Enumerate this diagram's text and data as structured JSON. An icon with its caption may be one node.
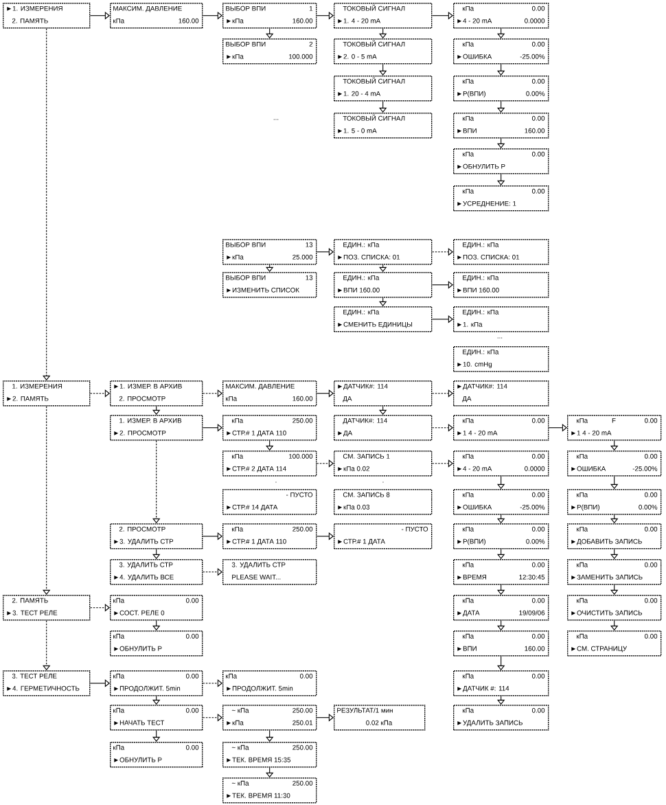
{
  "diagram": {
    "nodes": [
      {
        "text": [
          "►1. ИЗМЕРЕНИЯ",
          "2. ПАМЯТЬ"
        ]
      },
      {
        "text": [
          "МАКСИМ. ДАВЛЕНИЕ",
          "кПа",
          "160.00"
        ]
      },
      {
        "text": [
          "ВЫБОР ВПИ",
          "1",
          "►кПа",
          "160.00"
        ]
      },
      {
        "text": [
          "ТОКОВЫЙ СИГНАЛ",
          "►1. 4 - 20 mA"
        ]
      },
      {
        "text": [
          "кПа",
          "0.00",
          "►4 - 20 mA",
          "0.0000"
        ]
      },
      {
        "text": [
          "ВЫБОР ВПИ",
          "2",
          "►кПа",
          "100.000"
        ]
      },
      {
        "text": [
          "ТОКОВЫЙ СИГНАЛ",
          "►2. 0 - 5 mA"
        ]
      },
      {
        "text": [
          "кПа",
          "0.00",
          "►ОШИБКА",
          "-25.00%"
        ]
      },
      {
        "text": [
          "ТОКОВЫЙ СИГНАЛ",
          "►1. 20 - 4 mA"
        ]
      },
      {
        "text": [
          "кПа",
          "0.00",
          "►P(ВПИ)",
          "0.00%"
        ]
      },
      {
        "text": [
          "ТОКОВЫЙ СИГНАЛ",
          "►1. 5 - 0 mA"
        ]
      },
      {
        "text": [
          "кПа",
          "0.00",
          "►ВПИ",
          "160.00"
        ]
      },
      {
        "text": [
          "кПа",
          "0.00",
          "►ОБНУЛИТЬ P"
        ]
      },
      {
        "text": [
          "кПа",
          "0.00",
          "►УСРЕДНЕНИЕ: 1"
        ]
      },
      {
        "text": [
          "ВЫБОР ВПИ",
          "13",
          "►кПа",
          "25.000"
        ]
      },
      {
        "text": [
          "ЕДИН.: кПа",
          "►ПОЗ. СПИСКА: 01"
        ]
      },
      {
        "text": [
          "ЕДИН.: кПа",
          "►ПОЗ. СПИСКА: 01"
        ]
      },
      {
        "text": [
          "ВЫБОР ВПИ",
          "13",
          "►ИЗМЕНИТЬ СПИСОК"
        ]
      },
      {
        "text": [
          "ЕДИН.: кПа",
          "►ВПИ 160.00"
        ]
      },
      {
        "text": [
          "ЕДИН.: кПа",
          "►ВПИ 160.00"
        ]
      },
      {
        "text": [
          "ЕДИН.: кПа",
          "►СМЕНИТЬ ЕДИНИЦЫ"
        ]
      },
      {
        "text": [
          "ЕДИН.: кПа",
          "►1. кПа"
        ]
      },
      {
        "text": [
          "ЕДИН.: кПа",
          "►10. cmHg"
        ]
      },
      {
        "text": [
          "1. ИЗМЕРЕНИЯ",
          "►2. ПАМЯТЬ"
        ]
      },
      {
        "text": [
          "►1. ИЗМЕР. В АРХИВ",
          "2. ПРОСМОТР"
        ]
      },
      {
        "text": [
          "МАКСИМ. ДАВЛЕНИЕ",
          "кПа",
          "160.00"
        ]
      },
      {
        "text": [
          "►ДАТЧИК#: 114",
          "ДА"
        ]
      },
      {
        "text": [
          "►ДАТЧИК#: 114",
          "ДА"
        ]
      },
      {
        "text": [
          "1. ИЗМЕР. В АРХИВ",
          "►2. ПРОСМОТР"
        ]
      },
      {
        "text": [
          "кПа",
          "250.00",
          "►СТР.# 1 ДАТА 110"
        ]
      },
      {
        "text": [
          "ДАТЧИК#: 114",
          "►ДА"
        ]
      },
      {
        "text": [
          "кПа",
          "0.00",
          "►1 4 - 20 mA"
        ]
      },
      {
        "text": [
          "кПа",
          "F",
          "0.00",
          "►1 4 - 20 mA"
        ]
      },
      {
        "text": [
          "кПа",
          "100.000",
          "►СТР.# 2 ДАТА 114"
        ]
      },
      {
        "text": [
          "СМ. ЗАПИСЬ 1",
          "►кПа 0.02"
        ]
      },
      {
        "text": [
          "кПа",
          "0.00",
          "►4 - 20 mA",
          "0.0000"
        ]
      },
      {
        "text": [
          "кПа",
          "0.00",
          "►ОШИБКА",
          "-25.00%"
        ]
      },
      {
        "text": [
          "- ПУСТО",
          "►СТР.# 14 ДАТА"
        ]
      },
      {
        "text": [
          "СМ. ЗАПИСЬ 8",
          "►кПа 0.03"
        ]
      },
      {
        "text": [
          "кПа",
          "0.00",
          "►ОШИБКА",
          "-25.00%"
        ]
      },
      {
        "text": [
          "кПа",
          "0.00",
          "►P(ВПИ)",
          "0.00%"
        ]
      },
      {
        "text": [
          "2. ПРОСМОТР",
          "►3. УДАЛИТЬ СТР"
        ]
      },
      {
        "text": [
          "кПа",
          "250.00",
          "►СТР.# 1 ДАТА 110"
        ]
      },
      {
        "text": [
          "- ПУСТО",
          "►СТР.# 1 ДАТА"
        ]
      },
      {
        "text": [
          "кПа",
          "0.00",
          "►P(ВПИ)",
          "0.00%"
        ]
      },
      {
        "text": [
          "кПа",
          "0.00",
          "►ДОБАВИТЬ ЗАПИСЬ"
        ]
      },
      {
        "text": [
          "3. УДАЛИТЬ СТР",
          "►4. УДАЛИТЬ ВСЕ"
        ]
      },
      {
        "text": [
          "3. УДАЛИТЬ СТР",
          "PLEASE WAIT..."
        ]
      },
      {
        "text": [
          "кПа",
          "0.00",
          "►ВРЕМЯ",
          "12:30:45"
        ]
      },
      {
        "text": [
          "кПа",
          "0.00",
          "►ЗАМЕНИТЬ ЗАПИСЬ"
        ]
      },
      {
        "text": [
          "2. ПАМЯТЬ",
          "►3. ТЕСТ РЕЛЕ"
        ]
      },
      {
        "text": [
          "кПа",
          "0.00",
          "►СОСТ. РЕЛЕ 0"
        ]
      },
      {
        "text": [
          "кПа",
          "0.00",
          "►ДАТА",
          "19/09/06"
        ]
      },
      {
        "text": [
          "кПа",
          "0.00",
          "►ОЧИСТИТЬ ЗАПИСЬ"
        ]
      },
      {
        "text": [
          "кПа",
          "0.00",
          "►ОБНУЛИТЬ P"
        ]
      },
      {
        "text": [
          "кПа",
          "0.00",
          "►ВПИ",
          "160.00"
        ]
      },
      {
        "text": [
          "кПа",
          "0.00",
          "►СМ. СТРАНИЦУ"
        ]
      },
      {
        "text": [
          "3. ТЕСТ РЕЛЕ",
          "►4. ГЕРМЕТИЧНОСТЬ"
        ]
      },
      {
        "text": [
          "кПа",
          "0.00",
          "►ПРОДОЛЖИТ. 5min"
        ]
      },
      {
        "text": [
          "кПа",
          "0.00",
          "►ПРОДОЛЖИТ. 5min"
        ]
      },
      {
        "text": [
          "кПа",
          "0.00",
          "►ДАТЧИК #: 114"
        ]
      },
      {
        "text": [
          "кПа",
          "0.00",
          "►НАЧАТЬ ТЕСТ"
        ]
      },
      {
        "text": [
          "~ кПа",
          "250.00",
          "►кПа",
          "250.01"
        ]
      },
      {
        "text": [
          "РЕЗУЛЬТАТ/1 мин",
          "0.02 кПа"
        ]
      },
      {
        "text": [
          "кПа",
          "0.00",
          "►УДАЛИТЬ ЗАПИСЬ"
        ]
      },
      {
        "text": [
          "кПа",
          "0.00",
          "►ОБНУЛИТЬ P"
        ]
      },
      {
        "text": [
          "~ кПа",
          "250.00",
          "►ТЕК. ВРЕМЯ 15:35"
        ]
      },
      {
        "text": [
          "~ кПа",
          "250.00",
          "►ТЕК. ВРЕМЯ 11:30"
        ]
      }
    ],
    "edges": [
      {
        "from": 0,
        "to": 1,
        "arrow": "to"
      },
      {
        "from": 1,
        "to": 2,
        "arrow": "to"
      },
      {
        "from": 2,
        "to": 3,
        "arrow": "to"
      },
      {
        "from": 3,
        "to": 4,
        "arrow": "to"
      },
      {
        "from": 2,
        "to": 5,
        "arrow": "to"
      },
      {
        "from": 3,
        "to": 6,
        "arrow": "to"
      },
      {
        "from": 6,
        "to": 8,
        "arrow": "to"
      },
      {
        "from": 8,
        "to": 10,
        "arrow": "to"
      },
      {
        "from": 4,
        "to": 7,
        "arrow": "to"
      },
      {
        "from": 7,
        "to": 9,
        "arrow": "to"
      },
      {
        "from": 9,
        "to": 11,
        "arrow": "to"
      },
      {
        "from": 11,
        "to": 12,
        "arrow": "to"
      },
      {
        "from": 12,
        "to": 13,
        "arrow": "to"
      },
      {
        "from": 14,
        "to": 15,
        "arrow": "to"
      },
      {
        "from": 15,
        "to": 16,
        "arrow": "to",
        "style": "dashed"
      },
      {
        "from": 14,
        "to": 17,
        "arrow": "to"
      },
      {
        "from": 15,
        "to": 18,
        "arrow": "to"
      },
      {
        "from": 18,
        "to": 19,
        "arrow": "to"
      },
      {
        "from": 18,
        "to": 20,
        "arrow": "to"
      },
      {
        "from": 20,
        "to": 21,
        "arrow": "to"
      },
      {
        "from": 0,
        "to": 23,
        "arrow": "to",
        "style": "dashed"
      },
      {
        "from": 23,
        "to": 24,
        "arrow": "to",
        "style": "dashed"
      },
      {
        "from": 24,
        "to": 25,
        "arrow": "to",
        "style": "dashed"
      },
      {
        "from": 25,
        "to": 26,
        "arrow": "to"
      },
      {
        "from": 26,
        "to": 27,
        "arrow": "to",
        "style": "dashed"
      },
      {
        "from": 24,
        "to": 28,
        "arrow": "to"
      },
      {
        "from": 26,
        "to": 30,
        "arrow": "to"
      },
      {
        "from": 30,
        "to": 31,
        "arrow": "to",
        "style": "dashed"
      },
      {
        "from": 31,
        "to": 32,
        "arrow": "to"
      },
      {
        "from": 28,
        "to": 29,
        "arrow": "to"
      },
      {
        "from": 29,
        "to": 33,
        "arrow": "to"
      },
      {
        "from": 33,
        "to": 34,
        "arrow": "to",
        "style": "dashed"
      },
      {
        "from": 34,
        "to": 35,
        "arrow": "to",
        "style": "dashed"
      },
      {
        "from": 35,
        "to": 39,
        "arrow": "to"
      },
      {
        "from": 39,
        "to": 44,
        "arrow": "to"
      },
      {
        "from": 44,
        "to": 48,
        "arrow": "to"
      },
      {
        "from": 48,
        "to": 52,
        "arrow": "to"
      },
      {
        "from": 52,
        "to": 55,
        "arrow": "to"
      },
      {
        "from": 55,
        "to": 60,
        "arrow": "to"
      },
      {
        "from": 60,
        "to": 64,
        "arrow": "to"
      },
      {
        "from": 32,
        "to": 36,
        "arrow": "to"
      },
      {
        "from": 36,
        "to": 40,
        "arrow": "to"
      },
      {
        "from": 40,
        "to": 45,
        "arrow": "to"
      },
      {
        "from": 45,
        "to": 49,
        "arrow": "to"
      },
      {
        "from": 49,
        "to": 53,
        "arrow": "to"
      },
      {
        "from": 53,
        "to": 56,
        "arrow": "to"
      },
      {
        "from": 28,
        "to": 41,
        "arrow": "to",
        "style": "dashed"
      },
      {
        "from": 41,
        "to": 42,
        "arrow": "to"
      },
      {
        "from": 42,
        "to": 43,
        "arrow": "to"
      },
      {
        "from": 41,
        "to": 46,
        "arrow": "to"
      },
      {
        "from": 46,
        "to": 47,
        "arrow": "to",
        "style": "dashed"
      },
      {
        "from": 23,
        "to": 50,
        "arrow": "to",
        "style": "dashed"
      },
      {
        "from": 50,
        "to": 51,
        "arrow": "to",
        "style": "dashed"
      },
      {
        "from": 51,
        "to": 54,
        "arrow": "to"
      },
      {
        "from": 50,
        "to": 57,
        "arrow": "to",
        "style": "dashed"
      },
      {
        "from": 57,
        "to": 58,
        "arrow": "to"
      },
      {
        "from": 58,
        "to": 59,
        "arrow": "to",
        "style": "dashed"
      },
      {
        "from": 58,
        "to": 61,
        "arrow": "to"
      },
      {
        "from": 61,
        "to": 65,
        "arrow": "to"
      },
      {
        "from": 61,
        "to": 62,
        "arrow": "to",
        "style": "dashed"
      },
      {
        "from": 62,
        "to": 63,
        "arrow": "to"
      },
      {
        "from": 62,
        "to": 66,
        "arrow": "to"
      },
      {
        "from": 66,
        "to": 67,
        "arrow": "to"
      }
    ],
    "labels": [
      "...",
      "...",
      ".",
      "."
    ]
  }
}
